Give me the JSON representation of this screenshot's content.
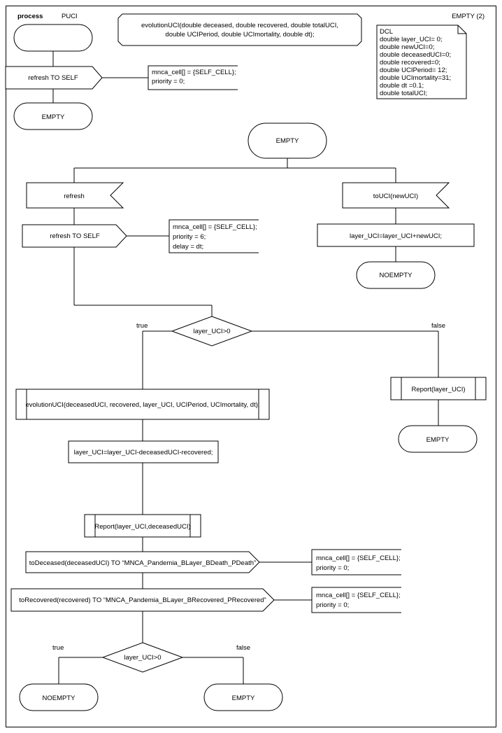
{
  "header": {
    "keyword": "process",
    "name": "PUCI",
    "page": "EMPTY (2)"
  },
  "procedure": {
    "signature_line1": "evolutionUCI(double deceased, double recovered, double totalUCI,",
    "signature_line2": "double UCIPeriod, double UCImortality, double dt);"
  },
  "declarations": [
    "DCL",
    "double layer_UCI= 0;",
    "double newUCI=0;",
    "double deceasedUCI=0;",
    "double recovered=0;",
    "double UCIPeriod= 12;",
    "double UCImortality=31;",
    "double dt =0.1;",
    "double totalUCI;"
  ],
  "start": {
    "task": "refresh TO SELF",
    "comment": [
      "mnca_cell[] = {SELF_CELL};",
      "priority = 0;"
    ],
    "next_state": "EMPTY"
  },
  "state": "EMPTY",
  "refresh_branch": {
    "input": "refresh",
    "task": "refresh TO SELF",
    "comment": [
      "mnca_cell[] = {SELF_CELL};",
      "priority = 6;",
      "delay = dt;"
    ]
  },
  "touci_branch": {
    "input": "toUCI(newUCI)",
    "task": "layer_UCI=layer_UCI+newUCI;",
    "next_state": "NOEMPTY"
  },
  "decision1": {
    "condition": "layer_UCI>0",
    "true_label": "true",
    "false_label": "false"
  },
  "false_branch": {
    "call": "Report(layer_UCI)",
    "next_state": "EMPTY"
  },
  "true_branch": {
    "call_evolution": "evolutionUCI(deceasedUCI, recovered, layer_UCI, UCIPeriod, UCImortality, dt);",
    "task": "layer_UCI=layer_UCI-deceasedUCI-recovered;",
    "call_report": "Report(layer_UCI,deceasedUCI)",
    "output_deceased": "toDeceased(deceasedUCI) TO “MNCA_Pandemia_BLayer_BDeath_PDeath”",
    "comment_deceased": [
      "mnca_cell[] = {SELF_CELL};",
      "priority = 0;"
    ],
    "output_recovered": "toRecovered(recovered) TO “MNCA_Pandemia_BLayer_BRecovered_PRecovered”",
    "comment_recovered": [
      "mnca_cell[] = {SELF_CELL};",
      "priority = 0;"
    ]
  },
  "decision2": {
    "condition": "layer_UCI>0",
    "true_label": "true",
    "false_label": "false",
    "true_state": "NOEMPTY",
    "false_state": "EMPTY"
  }
}
